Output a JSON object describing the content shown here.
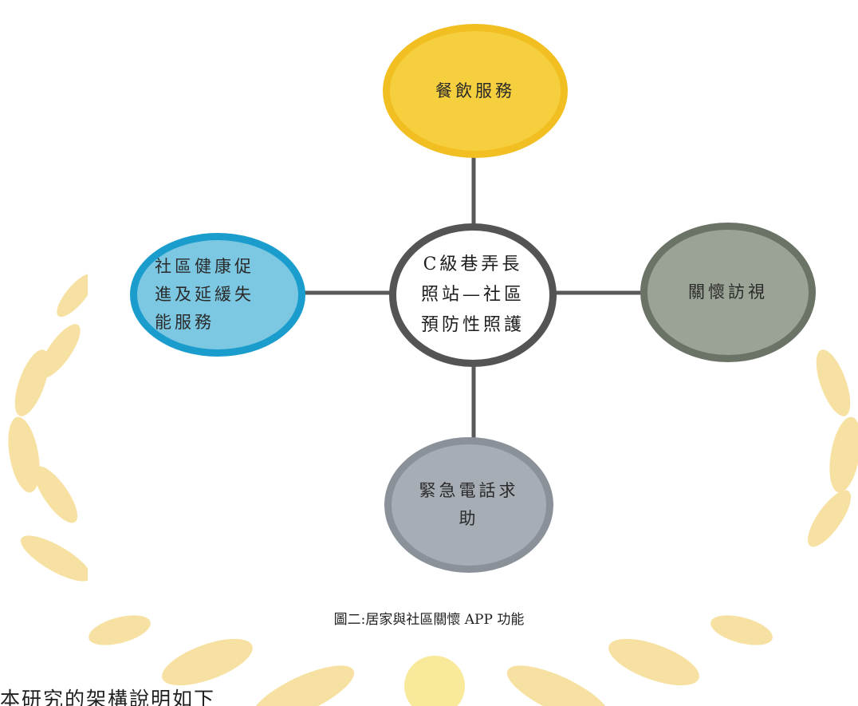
{
  "diagram": {
    "nodes": {
      "top": "餐飲服務",
      "center": "C級巷弄長\n照站—社區\n預防性照護",
      "left": "社區健康促\n進及延緩失\n能服務",
      "right": "關懷訪視",
      "bottom": "緊急電話求\n助"
    }
  },
  "caption": "圖二:居家與社區關懷 APP 功能",
  "body_text": "本研究的架構說明如下",
  "colors": {
    "top_fill": "#f5cf3e",
    "center_border": "#545454",
    "left_fill": "#7cc8e2",
    "right_fill": "#9aa395",
    "bottom_fill": "#a7adb5",
    "connector": "#595959",
    "watermark": "#f3d27a"
  }
}
